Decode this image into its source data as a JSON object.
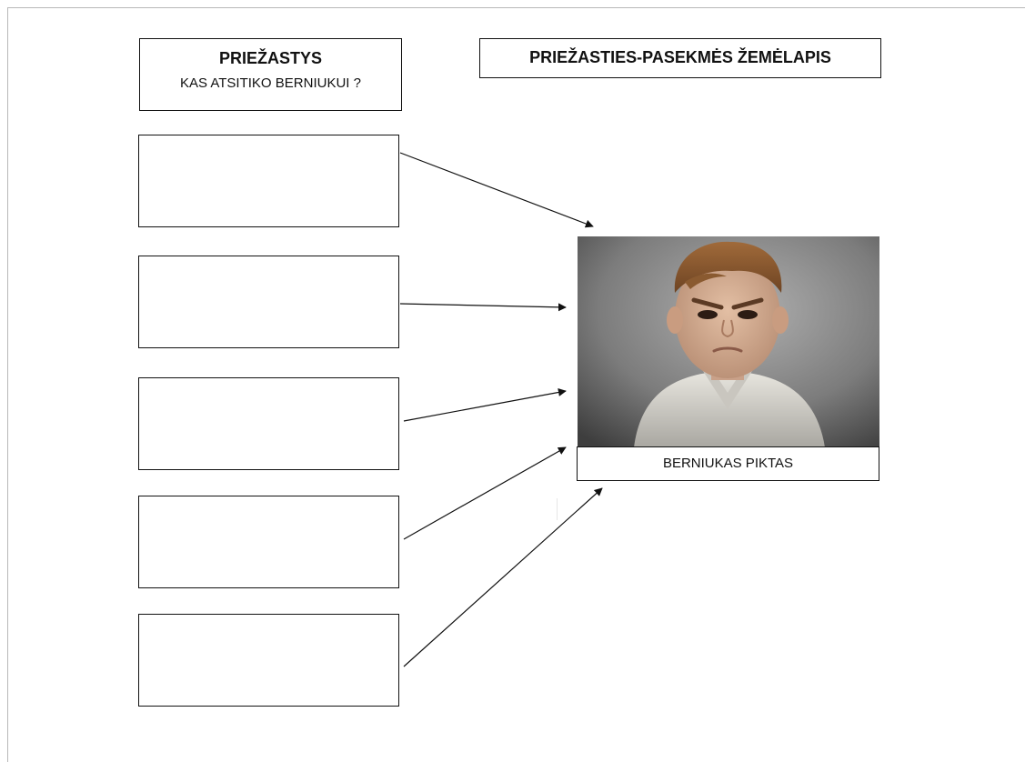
{
  "causes_header": {
    "title": "PRIEŽASTYS",
    "subtitle": "KAS ATSITIKO BERNIUKUI ?"
  },
  "map_title": "PRIEŽASTIES-PASEKMĖS ŽEMĖLAPIS",
  "cause_boxes": [
    "",
    "",
    "",
    "",
    ""
  ],
  "effect": {
    "caption": "BERNIUKAS PIKTAS",
    "image_subject": "angry-boy-portrait"
  },
  "colors": {
    "line": "#111111",
    "photo_background": "#8a8a8a"
  }
}
